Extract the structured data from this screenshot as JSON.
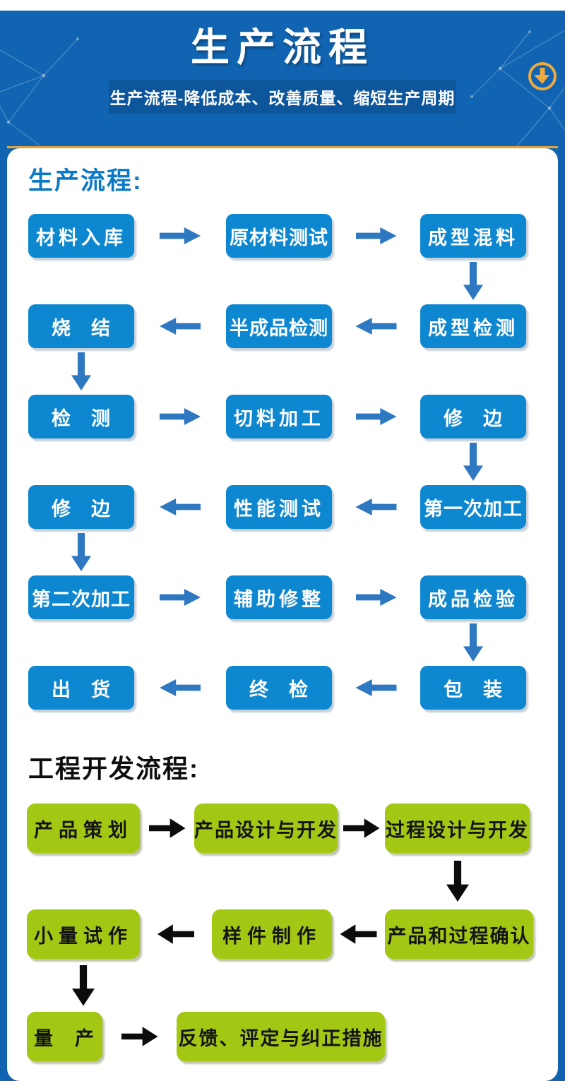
{
  "page": {
    "bg_blue": "#1164b1",
    "box_blue": "#0e87d1",
    "arrow_blue": "#2e77c1",
    "box_green": "#a3c814",
    "accent_gold": "#e2a33c"
  },
  "header": {
    "title": "生产流程",
    "subtitle": "生产流程-降低成本、改善质量、缩短生产周期"
  },
  "production_flow": {
    "heading": "生产流程:",
    "rows": [
      {
        "cells": [
          "材料入库",
          "原材料测试",
          "成型混料"
        ],
        "arrows": "right",
        "drop_after": "right"
      },
      {
        "cells": [
          "烧　结",
          "半成品检测",
          "成型检测"
        ],
        "arrows": "left",
        "drop_after": "left"
      },
      {
        "cells": [
          "检　测",
          "切料加工",
          "修　边"
        ],
        "arrows": "right",
        "drop_after": "right"
      },
      {
        "cells": [
          "修　边",
          "性能测试",
          "第一次加工"
        ],
        "arrows": "left",
        "drop_after": "left"
      },
      {
        "cells": [
          "第二次加工",
          "辅助修整",
          "成品检验"
        ],
        "arrows": "right",
        "drop_after": "right"
      },
      {
        "cells": [
          "出　货",
          "终　检",
          "包　装"
        ],
        "arrows": "left",
        "drop_after": null
      }
    ]
  },
  "engineering_flow": {
    "heading": "工程开发流程:",
    "rows": [
      {
        "cells": [
          "产品策划",
          "产品设计与开发",
          "过程设计与开发"
        ],
        "arrows": "right",
        "drop_after": "right"
      },
      {
        "cells": [
          "小量试作",
          "样件制作",
          "产品和过程确认"
        ],
        "arrows": "left",
        "drop_after": "left"
      },
      {
        "cells": [
          "量　产",
          "反馈、评定与纠正措施"
        ],
        "arrows": "right",
        "drop_after": null
      }
    ]
  }
}
